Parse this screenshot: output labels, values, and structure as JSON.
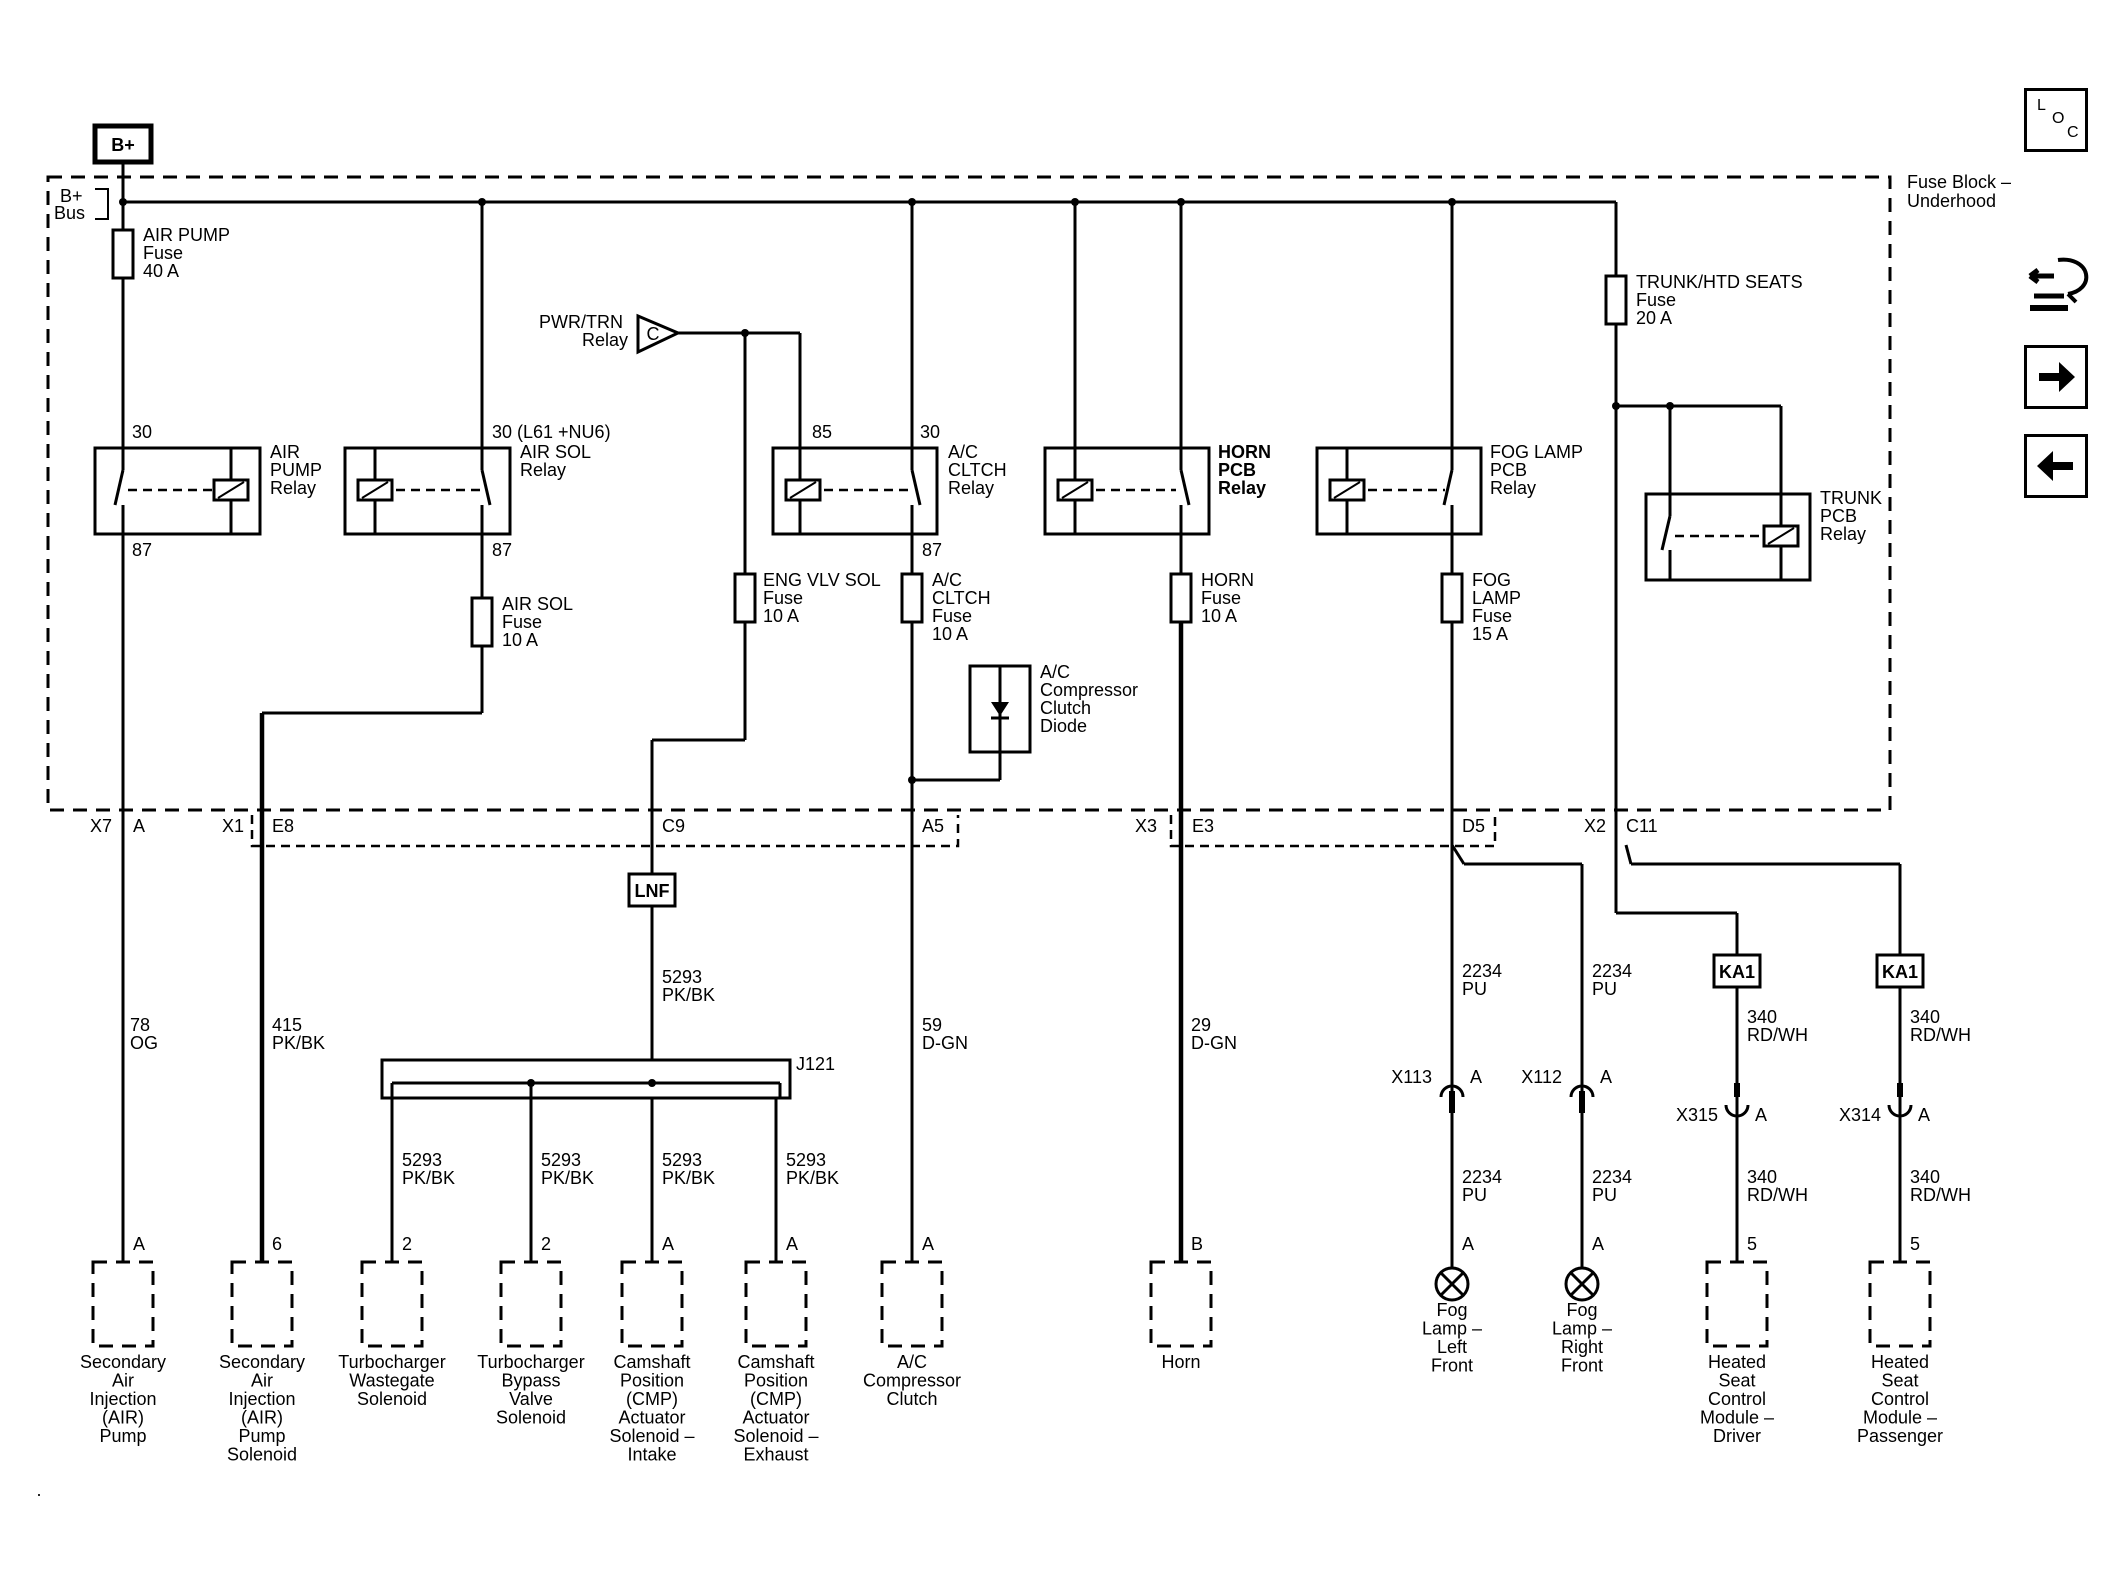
{
  "power": {
    "bplus_tag": "B+",
    "bus_label": [
      "B+",
      "Bus"
    ]
  },
  "fuse_block": {
    "label": [
      "Fuse Block –",
      "Underhood"
    ]
  },
  "fuses": {
    "air_pump": [
      "AIR PUMP",
      "Fuse",
      "40 A"
    ],
    "trunk_htd": [
      "TRUNK/HTD SEATS",
      "Fuse",
      "20 A"
    ],
    "air_sol": [
      "AIR SOL",
      "Fuse",
      "10 A"
    ],
    "eng_vlv": [
      "ENG VLV SOL",
      "Fuse",
      "10 A"
    ],
    "ac_cltch": [
      "A/C",
      "CLTCH",
      "Fuse",
      "10 A"
    ],
    "horn": [
      "HORN",
      "Fuse",
      "10 A"
    ],
    "fog": [
      "FOG",
      "LAMP",
      "Fuse",
      "15 A"
    ]
  },
  "relays": {
    "pwr_trn": [
      "PWR/TRN",
      "Relay"
    ],
    "pwr_trn_symbol": "C",
    "air_pump": {
      "label": [
        "AIR",
        "PUMP",
        "Relay"
      ],
      "pin_in": "30",
      "pin_out": "87"
    },
    "air_sol": {
      "label": [
        "AIR SOL",
        "Relay"
      ],
      "pin_in": "30 (L61 +NU6)",
      "pin_out": "87"
    },
    "ac_cltch": {
      "label": [
        "A/C",
        "CLTCH",
        "Relay"
      ],
      "pin_coil": "85",
      "pin_in": "30",
      "pin_out": "87"
    },
    "horn": {
      "label": [
        "HORN",
        "PCB",
        "Relay"
      ]
    },
    "fog": {
      "label": [
        "FOG LAMP",
        "PCB",
        "Relay"
      ]
    },
    "trunk": {
      "label": [
        "TRUNK",
        "PCB",
        "Relay"
      ]
    }
  },
  "diode": [
    "A/C",
    "Compressor",
    "Clutch",
    "Diode"
  ],
  "connectors": {
    "x7": "X7",
    "x7_a": "A",
    "x1": "X1",
    "e8": "E8",
    "c9": "C9",
    "a5": "A5",
    "x3": "X3",
    "e3": "E3",
    "d5": "D5",
    "x2": "X2",
    "c11": "C11",
    "lnf": "LNF",
    "j121": "J121",
    "x113": "X113",
    "x112": "X112",
    "x315": "X315",
    "x314": "X314",
    "inline_pin": "A",
    "ka1": "KA1"
  },
  "wires": {
    "w78": [
      "78",
      "OG"
    ],
    "w415": [
      "415",
      "PK/BK"
    ],
    "w5293": [
      "5293",
      "PK/BK"
    ],
    "w59": [
      "59",
      "D-GN"
    ],
    "w29": [
      "29",
      "D-GN"
    ],
    "w2234": [
      "2234",
      "PU"
    ],
    "w340": [
      "340",
      "RD/WH"
    ]
  },
  "components": [
    {
      "pin": "A",
      "label": [
        "Secondary",
        "Air",
        "Injection",
        "(AIR)",
        "Pump"
      ]
    },
    {
      "pin": "6",
      "label": [
        "Secondary",
        "Air",
        "Injection",
        "(AIR)",
        "Pump",
        "Solenoid"
      ]
    },
    {
      "pin": "2",
      "label": [
        "Turbocharger",
        "Wastegate",
        "Solenoid"
      ]
    },
    {
      "pin": "2",
      "label": [
        "Turbocharger",
        "Bypass",
        "Valve",
        "Solenoid"
      ]
    },
    {
      "pin": "A",
      "label": [
        "Camshaft",
        "Position",
        "(CMP)",
        "Actuator",
        "Solenoid –",
        "Intake"
      ]
    },
    {
      "pin": "A",
      "label": [
        "Camshaft",
        "Position",
        "(CMP)",
        "Actuator",
        "Solenoid –",
        "Exhaust"
      ]
    },
    {
      "pin": "A",
      "label": [
        "A/C",
        "Compressor",
        "Clutch"
      ]
    },
    {
      "pin": "B",
      "label": [
        "Horn"
      ]
    },
    {
      "pin": "A",
      "label": [
        "Fog",
        "Lamp –",
        "Left",
        "Front"
      ]
    },
    {
      "pin": "A",
      "label": [
        "Fog",
        "Lamp –",
        "Right",
        "Front"
      ]
    },
    {
      "pin": "5",
      "label": [
        "Heated",
        "Seat",
        "Control",
        "Module –",
        "Driver"
      ]
    },
    {
      "pin": "5",
      "label": [
        "Heated",
        "Seat",
        "Control",
        "Module –",
        "Passenger"
      ]
    }
  ],
  "nav": {
    "loc": [
      "L",
      "O",
      "C"
    ],
    "icons": [
      "connector-end-view-icon",
      "right-arrow-icon",
      "left-arrow-icon"
    ]
  }
}
